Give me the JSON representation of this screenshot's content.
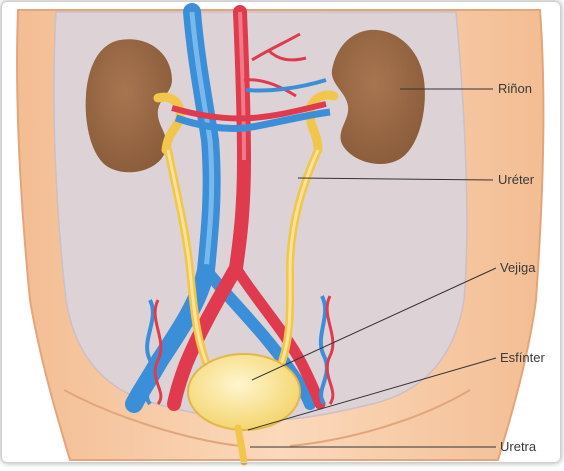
{
  "labels": {
    "kidney": "Riñon",
    "ureter": "Uréter",
    "bladder": "Vejiga",
    "sphincter": "Esfínter",
    "urethra": "Uretra"
  },
  "colors": {
    "skin": "#f6c9a2",
    "skin_outline": "#e2a57c",
    "cavity": "#ddd3d6",
    "kidney": "#9a6a45",
    "ureter": "#f1c64a",
    "bladder": "#fbe8a0",
    "artery": "#e03a4e",
    "vein": "#3a8fd8",
    "leader_line": "#333333"
  }
}
